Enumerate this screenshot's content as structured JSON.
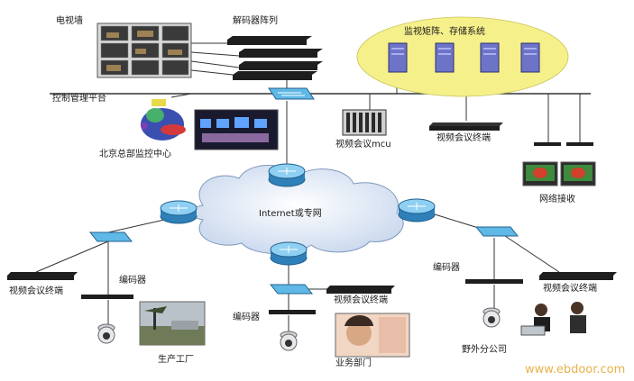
{
  "labels": {
    "tv_wall": "电视墙",
    "decoder_array": "解码器阵列",
    "storage_system": "监视矩阵、存储系统",
    "control_platform": "控制管理平台",
    "hq_command": "北京总部监控中心",
    "vcs_mcu": "视频会议mcu",
    "vc_terminal_top": "视频会议终端",
    "network_recv": "网络接收",
    "internet": "Internet或专网",
    "vc_terminal_left": "视频会议终端",
    "encoder_left": "编码器",
    "encoder_mid": "编码器",
    "encoder_right": "编码器",
    "vc_terminal_mid": "视频会议终端",
    "vc_terminal_right": "视频会议终端",
    "factory": "生产工厂",
    "business_dept": "业务部门",
    "branch_office": "野外分公司"
  },
  "watermark": "www.ebdoor.com",
  "colors": {
    "router": "#4aa3d8",
    "switch": "#5fb8e6",
    "storage_ellipse": "#f5f08a",
    "server": "#6d74c8",
    "cloud": "#d9e6f4"
  }
}
